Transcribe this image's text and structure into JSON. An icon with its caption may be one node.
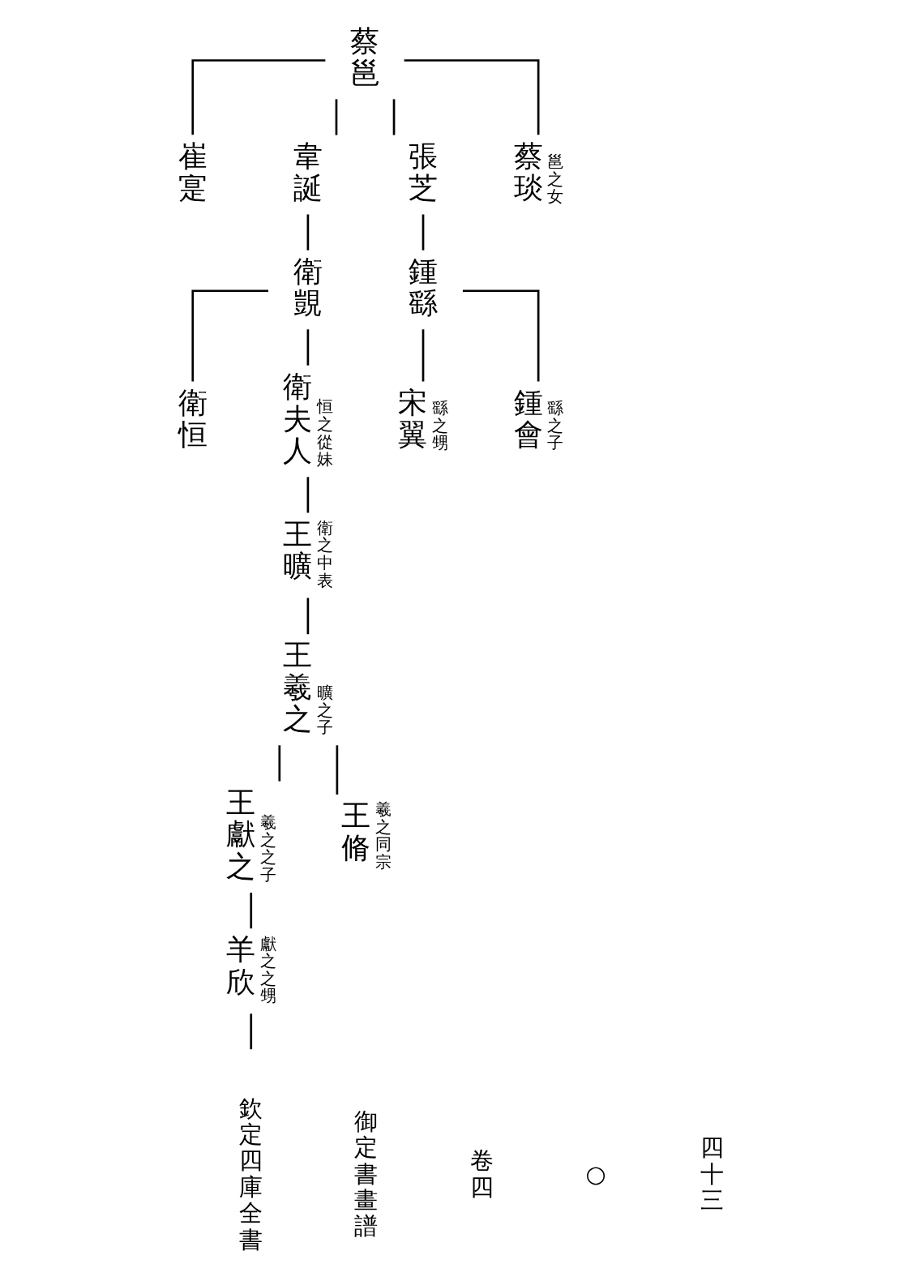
{
  "diagram": {
    "nodes": [
      {
        "text": [
          "蔡邕"
        ]
      },
      {
        "text": [
          "崔寔"
        ]
      },
      {
        "text": [
          "韋誕"
        ]
      },
      {
        "text": [
          "張芝"
        ]
      },
      {
        "text": [
          "蔡琰"
        ],
        "beside": [
          "邕之女"
        ]
      },
      {
        "text": [
          "鍾繇"
        ]
      },
      {
        "text": [
          "衛覬"
        ]
      },
      {
        "text": [
          "宋翼"
        ],
        "beside": [
          "繇之甥"
        ]
      },
      {
        "text": [
          "鍾會"
        ],
        "beside": [
          "繇之子"
        ]
      },
      {
        "text": [
          "衛恒"
        ]
      },
      {
        "text": [
          "衛夫人"
        ],
        "beside": [
          "恒之從妹"
        ]
      },
      {
        "text": [
          "王曠"
        ],
        "beside": [
          "衛之中表"
        ]
      },
      {
        "text": [
          "王羲之"
        ],
        "beside": [
          "曠之子"
        ]
      },
      {
        "text": [
          "王獻之"
        ],
        "beside": [
          "羲之之子"
        ]
      },
      {
        "text": [
          "王脩"
        ],
        "beside": [
          "羲之同宗"
        ]
      },
      {
        "text": [
          "羊欣"
        ],
        "beside": [
          "獻之之甥"
        ]
      }
    ],
    "edges": [
      {
        "from": 0,
        "to": 1,
        "arrow": "none"
      },
      {
        "from": 0,
        "to": 2,
        "arrow": "none"
      },
      {
        "from": 0,
        "to": 3,
        "arrow": "none"
      },
      {
        "from": 0,
        "to": 4,
        "arrow": "none"
      },
      {
        "from": 3,
        "to": 5,
        "arrow": "none"
      },
      {
        "from": 2,
        "to": 6,
        "arrow": "none"
      },
      {
        "from": 5,
        "to": 7,
        "arrow": "none"
      },
      {
        "from": 5,
        "to": 8,
        "arrow": "none"
      },
      {
        "from": 6,
        "to": 9,
        "arrow": "none"
      },
      {
        "from": 6,
        "to": 10,
        "arrow": "none"
      },
      {
        "from": 10,
        "to": 11,
        "arrow": "none"
      },
      {
        "from": 11,
        "to": 12,
        "arrow": "none"
      },
      {
        "from": 12,
        "to": 13,
        "arrow": "none"
      },
      {
        "from": 12,
        "to": 14,
        "arrow": "none"
      },
      {
        "from": 13,
        "to": 15,
        "arrow": "none"
      },
      {
        "from": 15,
        "to": null,
        "arrow": "none"
      }
    ],
    "labels": [
      "欽定四庫全書",
      "御定書畫譜",
      "卷四",
      "○",
      "四十三"
    ]
  }
}
